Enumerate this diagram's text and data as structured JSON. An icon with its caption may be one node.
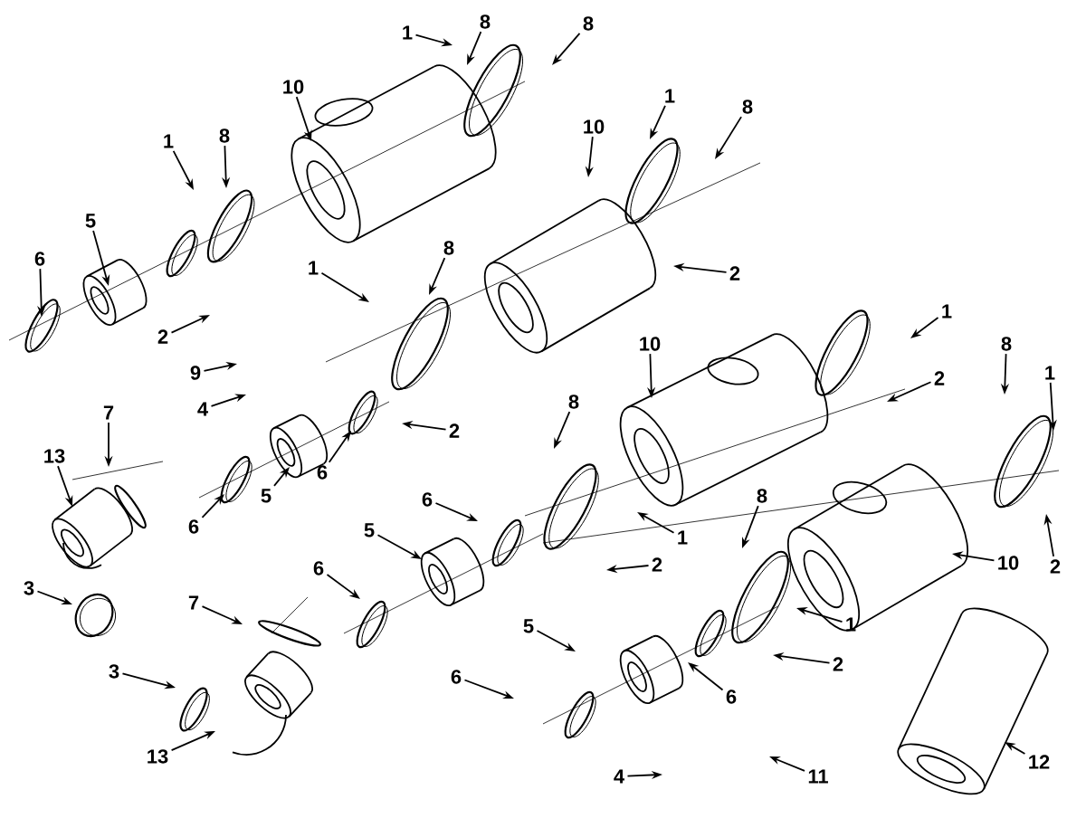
{
  "diagram": {
    "nodes": [
      {
        "text": [
          "1"
        ]
      },
      {
        "text": [
          "8"
        ]
      },
      {
        "text": [
          "10"
        ]
      },
      {
        "text": [
          "1"
        ]
      },
      {
        "text": [
          "8"
        ]
      },
      {
        "text": [
          "5"
        ]
      },
      {
        "text": [
          "6"
        ]
      },
      {
        "text": [
          "2"
        ]
      },
      {
        "text": [
          "9"
        ]
      },
      {
        "text": [
          "4"
        ]
      },
      {
        "text": [
          "8"
        ]
      },
      {
        "text": [
          "10"
        ]
      },
      {
        "text": [
          "1"
        ]
      },
      {
        "text": [
          "8"
        ]
      },
      {
        "text": [
          "2"
        ]
      },
      {
        "text": [
          "1"
        ]
      },
      {
        "text": [
          "8"
        ]
      },
      {
        "text": [
          "1"
        ]
      },
      {
        "text": [
          "2"
        ]
      },
      {
        "text": [
          "10"
        ]
      },
      {
        "text": [
          "8"
        ]
      },
      {
        "text": [
          "1"
        ]
      },
      {
        "text": [
          "8"
        ]
      },
      {
        "text": [
          "7"
        ]
      },
      {
        "text": [
          "13"
        ]
      },
      {
        "text": [
          "6"
        ]
      },
      {
        "text": [
          "5"
        ]
      },
      {
        "text": [
          "6"
        ]
      },
      {
        "text": [
          "2"
        ]
      },
      {
        "text": [
          "6"
        ]
      },
      {
        "text": [
          "5"
        ]
      },
      {
        "text": [
          "6"
        ]
      },
      {
        "text": [
          "3"
        ]
      },
      {
        "text": [
          "7"
        ]
      },
      {
        "text": [
          "3"
        ]
      },
      {
        "text": [
          "13"
        ]
      },
      {
        "text": [
          "1"
        ]
      },
      {
        "text": [
          "2"
        ]
      },
      {
        "text": [
          "8"
        ]
      },
      {
        "text": [
          "10"
        ]
      },
      {
        "text": [
          "2"
        ]
      },
      {
        "text": [
          "1"
        ]
      },
      {
        "text": [
          "2"
        ]
      },
      {
        "text": [
          "5"
        ]
      },
      {
        "text": [
          "6"
        ]
      },
      {
        "text": [
          "6"
        ]
      },
      {
        "text": [
          "4"
        ]
      },
      {
        "text": [
          "11"
        ]
      },
      {
        "text": [
          "12"
        ]
      }
    ],
    "edges": [
      {
        "from": 0,
        "to": null,
        "arrow": "to"
      },
      {
        "from": 1,
        "to": null,
        "arrow": "to"
      },
      {
        "from": 2,
        "to": null,
        "arrow": "to"
      },
      {
        "from": 3,
        "to": null,
        "arrow": "to"
      },
      {
        "from": 4,
        "to": null,
        "arrow": "to"
      },
      {
        "from": 5,
        "to": null,
        "arrow": "to"
      },
      {
        "from": 6,
        "to": null,
        "arrow": "to"
      },
      {
        "from": 7,
        "to": null,
        "arrow": "to"
      },
      {
        "from": 8,
        "to": null,
        "arrow": "to"
      },
      {
        "from": 9,
        "to": null,
        "arrow": "to"
      },
      {
        "from": 10,
        "to": null,
        "arrow": "to"
      },
      {
        "from": 11,
        "to": null,
        "arrow": "to"
      },
      {
        "from": 12,
        "to": null,
        "arrow": "to"
      },
      {
        "from": 13,
        "to": null,
        "arrow": "to"
      },
      {
        "from": 14,
        "to": null,
        "arrow": "to"
      },
      {
        "from": 15,
        "to": null,
        "arrow": "to"
      },
      {
        "from": 16,
        "to": null,
        "arrow": "to"
      },
      {
        "from": 17,
        "to": null,
        "arrow": "to"
      },
      {
        "from": 18,
        "to": null,
        "arrow": "to"
      },
      {
        "from": 19,
        "to": null,
        "arrow": "to"
      },
      {
        "from": 20,
        "to": null,
        "arrow": "to"
      },
      {
        "from": 21,
        "to": null,
        "arrow": "to"
      },
      {
        "from": 22,
        "to": null,
        "arrow": "to"
      },
      {
        "from": 23,
        "to": null,
        "arrow": "to"
      },
      {
        "from": 24,
        "to": null,
        "arrow": "to"
      },
      {
        "from": 25,
        "to": null,
        "arrow": "to"
      },
      {
        "from": 26,
        "to": null,
        "arrow": "to"
      },
      {
        "from": 27,
        "to": null,
        "arrow": "to"
      },
      {
        "from": 28,
        "to": null,
        "arrow": "to"
      },
      {
        "from": 29,
        "to": null,
        "arrow": "to"
      },
      {
        "from": 30,
        "to": null,
        "arrow": "to"
      },
      {
        "from": 31,
        "to": null,
        "arrow": "to"
      },
      {
        "from": 32,
        "to": null,
        "arrow": "to"
      },
      {
        "from": 33,
        "to": null,
        "arrow": "to"
      },
      {
        "from": 34,
        "to": null,
        "arrow": "to"
      },
      {
        "from": 35,
        "to": null,
        "arrow": "to"
      },
      {
        "from": 36,
        "to": null,
        "arrow": "to"
      },
      {
        "from": 37,
        "to": null,
        "arrow": "to"
      },
      {
        "from": 38,
        "to": null,
        "arrow": "to"
      },
      {
        "from": 39,
        "to": null,
        "arrow": "to"
      },
      {
        "from": 40,
        "to": null,
        "arrow": "to"
      },
      {
        "from": 41,
        "to": null,
        "arrow": "to"
      },
      {
        "from": 42,
        "to": null,
        "arrow": "to"
      },
      {
        "from": 43,
        "to": null,
        "arrow": "to"
      },
      {
        "from": 44,
        "to": null,
        "arrow": "to"
      },
      {
        "from": 45,
        "to": null,
        "arrow": "to"
      },
      {
        "from": 46,
        "to": null,
        "arrow": "to"
      },
      {
        "from": 47,
        "to": null,
        "arrow": "to"
      },
      {
        "from": 48,
        "to": null,
        "arrow": "to"
      }
    ]
  }
}
